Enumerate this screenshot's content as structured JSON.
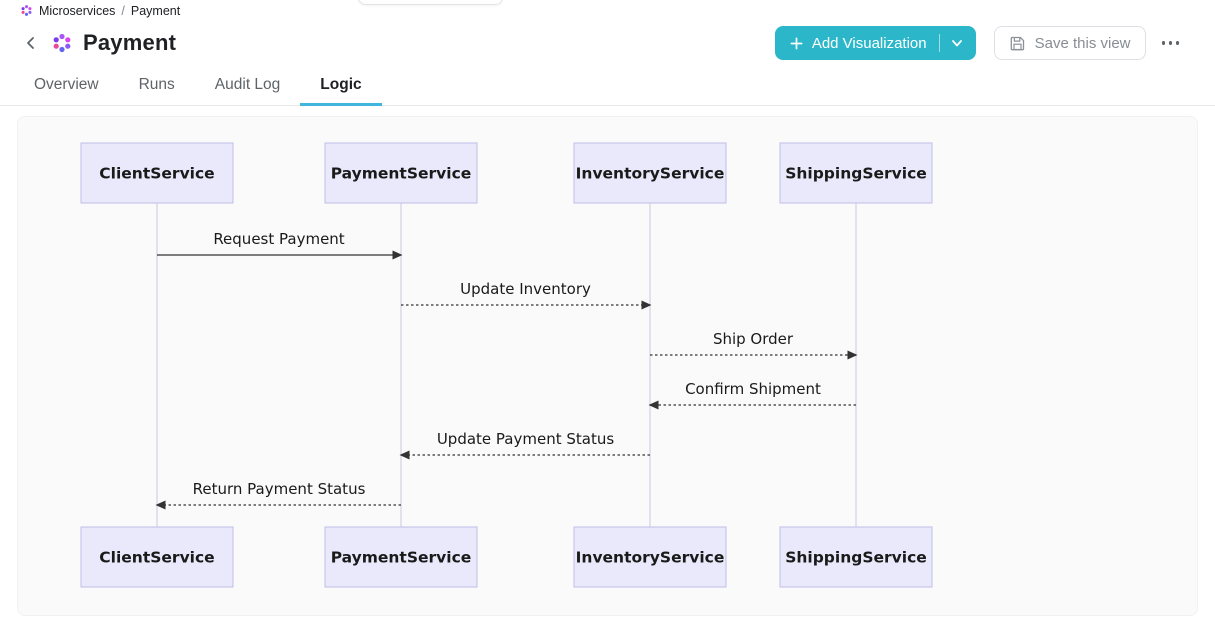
{
  "breadcrumb": {
    "items": [
      "Microservices",
      "Payment"
    ],
    "separator": "/"
  },
  "header": {
    "title": "Payment",
    "buttons": {
      "add_visualization": "Add Visualization",
      "save_view": "Save this view"
    }
  },
  "icons": {
    "app_logo": "dot-cluster-logo",
    "back": "chevron-left",
    "add": "plus",
    "add_dropdown": "chevron-down",
    "save": "floppy-disk",
    "more": "ellipsis"
  },
  "tabs": [
    {
      "label": "Overview",
      "active": false
    },
    {
      "label": "Runs",
      "active": false
    },
    {
      "label": "Audit Log",
      "active": false
    },
    {
      "label": "Logic",
      "active": true
    }
  ],
  "diagram": {
    "type": "sequence",
    "participants": [
      "ClientService",
      "PaymentService",
      "InventoryService",
      "ShippingService"
    ],
    "messages": [
      {
        "from": "ClientService",
        "to": "PaymentService",
        "label": "Request Payment",
        "style": "solid"
      },
      {
        "from": "PaymentService",
        "to": "InventoryService",
        "label": "Update Inventory",
        "style": "dashed"
      },
      {
        "from": "InventoryService",
        "to": "ShippingService",
        "label": "Ship Order",
        "style": "dashed"
      },
      {
        "from": "ShippingService",
        "to": "InventoryService",
        "label": "Confirm Shipment",
        "style": "dashed"
      },
      {
        "from": "InventoryService",
        "to": "PaymentService",
        "label": "Update Payment Status",
        "style": "dashed"
      },
      {
        "from": "PaymentService",
        "to": "ClientService",
        "label": "Return Payment Status",
        "style": "dashed"
      }
    ]
  },
  "colors": {
    "accent_teal": "#2BB7C9",
    "tab_active_underline": "#41B6DD",
    "canvas_bg": "#FAFAFA",
    "participant_fill": "#E9E9FB",
    "participant_border": "#BFBFE8",
    "lifeline": "#C9C9E2",
    "arrow": "#333333",
    "label_text": "#1A1A1A"
  }
}
